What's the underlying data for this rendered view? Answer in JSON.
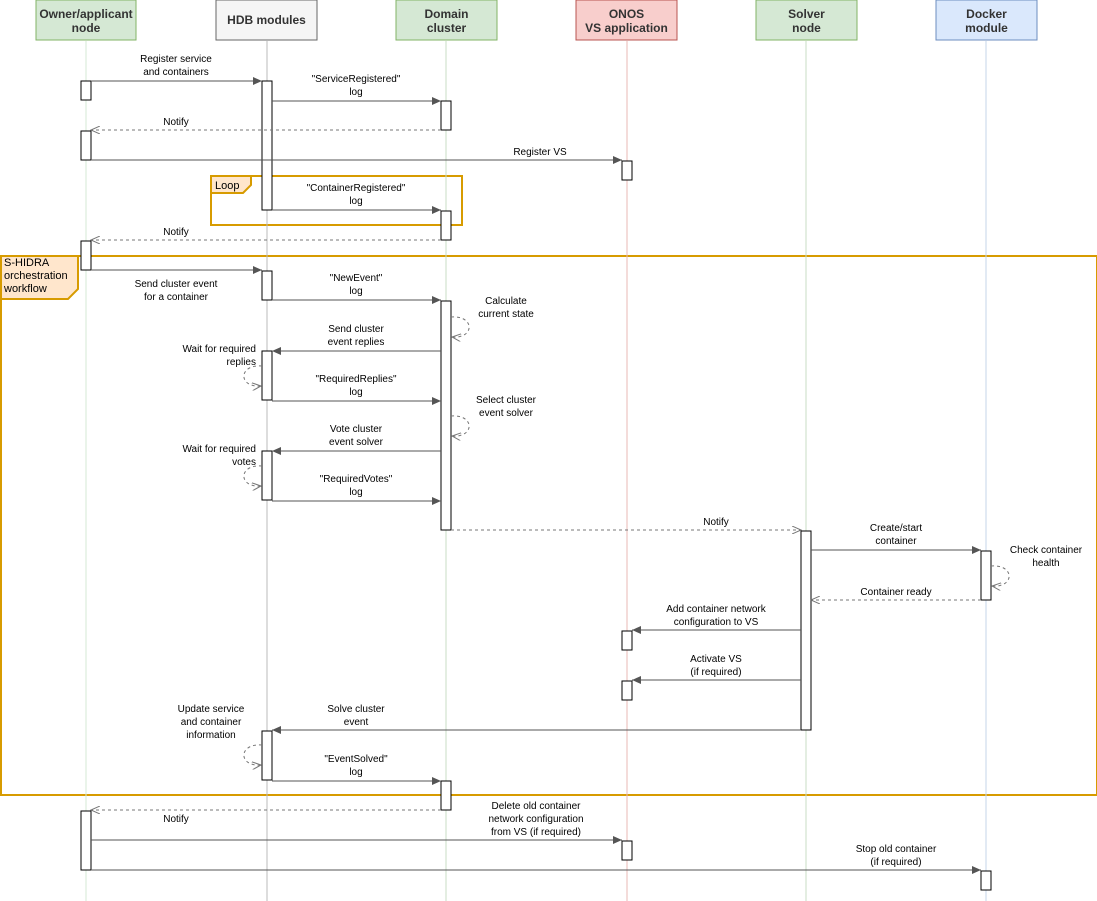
{
  "colors": {
    "owner": "#d5e8d4",
    "hdb": "#f5f5f5",
    "domain": "#d5e8d4",
    "onos": "#f8cecc",
    "solver": "#d5e8d4",
    "docker": "#dae8fc",
    "frame": "#d79b00",
    "frame_tag": "#ffe6cc"
  },
  "participants": [
    {
      "id": "owner",
      "lines": [
        "Owner/applicant",
        "node"
      ]
    },
    {
      "id": "hdb",
      "lines": [
        "HDB modules"
      ]
    },
    {
      "id": "domain",
      "lines": [
        "Domain",
        "cluster"
      ]
    },
    {
      "id": "onos",
      "lines": [
        "ONOS",
        "VS application"
      ]
    },
    {
      "id": "solver",
      "lines": [
        "Solver",
        "node"
      ]
    },
    {
      "id": "docker",
      "lines": [
        "Docker",
        "module"
      ]
    }
  ],
  "frames": [
    {
      "id": "loop",
      "label": [
        "Loop"
      ]
    },
    {
      "id": "workflow",
      "label": [
        "S-HIDRA",
        "orchestration",
        "workflow"
      ]
    }
  ],
  "messages": [
    {
      "id": "register-service",
      "label": [
        "Register service",
        "and containers"
      ]
    },
    {
      "id": "service-registered-log",
      "label": [
        "\"ServiceRegistered\"",
        "log"
      ]
    },
    {
      "id": "notify-1",
      "label": [
        "Notify"
      ]
    },
    {
      "id": "register-vs",
      "label": [
        "Register VS"
      ]
    },
    {
      "id": "container-registered-log",
      "label": [
        "\"ContainerRegistered\"",
        "log"
      ]
    },
    {
      "id": "notify-2",
      "label": [
        "Notify"
      ]
    },
    {
      "id": "send-cluster-event",
      "label": [
        "Send cluster event",
        "for a container"
      ]
    },
    {
      "id": "new-event-log",
      "label": [
        "\"NewEvent\"",
        "log"
      ]
    },
    {
      "id": "calculate-state",
      "label": [
        "Calculate",
        "current state"
      ]
    },
    {
      "id": "send-cluster-replies",
      "label": [
        "Send cluster",
        "event replies"
      ]
    },
    {
      "id": "wait-replies",
      "label": [
        "Wait for required",
        "replies"
      ]
    },
    {
      "id": "required-replies-log",
      "label": [
        "\"RequiredReplies\"",
        "log"
      ]
    },
    {
      "id": "select-solver",
      "label": [
        "Select cluster",
        "event solver"
      ]
    },
    {
      "id": "vote-solver",
      "label": [
        "Vote cluster",
        "event solver"
      ]
    },
    {
      "id": "wait-votes",
      "label": [
        "Wait for required",
        "votes"
      ]
    },
    {
      "id": "required-votes-log",
      "label": [
        "\"RequiredVotes\"",
        "log"
      ]
    },
    {
      "id": "notify-solver",
      "label": [
        "Notify"
      ]
    },
    {
      "id": "create-container",
      "label": [
        "Create/start",
        "container"
      ]
    },
    {
      "id": "check-health",
      "label": [
        "Check container",
        "health"
      ]
    },
    {
      "id": "container-ready",
      "label": [
        "Container ready"
      ]
    },
    {
      "id": "add-network-config",
      "label": [
        "Add container network",
        "configuration to VS"
      ]
    },
    {
      "id": "activate-vs",
      "label": [
        "Activate VS",
        "(if required)"
      ]
    },
    {
      "id": "solve-event",
      "label": [
        "Solve cluster",
        "event"
      ]
    },
    {
      "id": "update-service",
      "label": [
        "Update service",
        "and container",
        "information"
      ]
    },
    {
      "id": "event-solved-log",
      "label": [
        "\"EventSolved\"",
        "log"
      ]
    },
    {
      "id": "notify-3",
      "label": [
        "Notify"
      ]
    },
    {
      "id": "delete-network-config",
      "label": [
        "Delete old container",
        "network configuration",
        "from VS (if required)"
      ]
    },
    {
      "id": "stop-container",
      "label": [
        "Stop old container",
        "(if required)"
      ]
    }
  ]
}
